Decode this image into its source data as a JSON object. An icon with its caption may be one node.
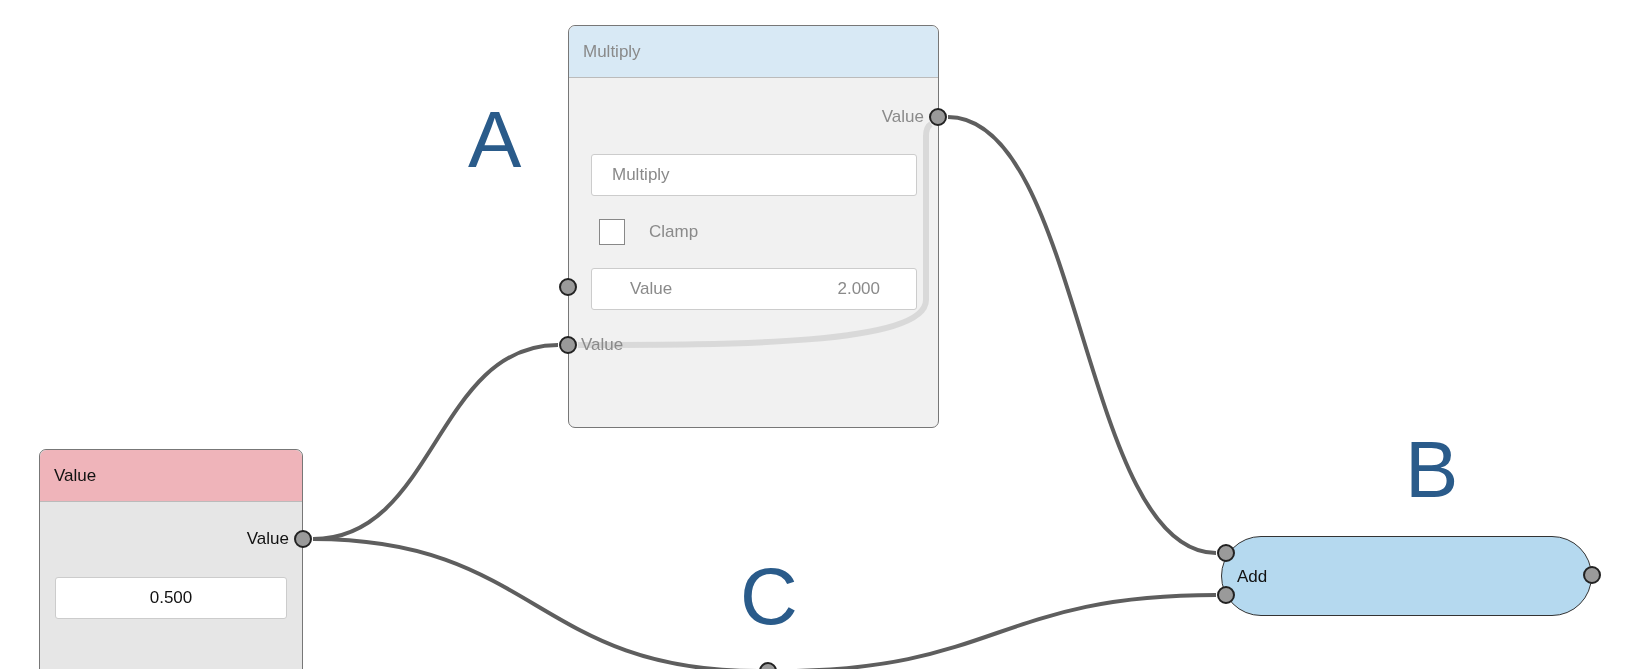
{
  "diagram": {
    "nodes": [
      {
        "text": [
          "Multiply"
        ]
      },
      {
        "text": [],
        "shape": "circle",
        "beside": [
          "Value"
        ]
      },
      {
        "text": [
          "Multiply"
        ],
        "in": 0
      },
      {
        "text": [],
        "shape": "box",
        "in": 0,
        "beside": [
          "Clamp"
        ]
      },
      {
        "text": [],
        "shape": "circle"
      },
      {
        "text": [
          "Value",
          "2.000"
        ],
        "in": 0
      },
      {
        "text": [],
        "shape": "circle",
        "beside": [
          "Value"
        ]
      },
      {
        "text": [
          "Value"
        ]
      },
      {
        "text": [],
        "shape": "circle",
        "beside": [
          "Value"
        ]
      },
      {
        "text": [
          "0.500"
        ],
        "in": 7
      },
      {
        "text": [
          "Add"
        ]
      },
      {
        "text": [],
        "shape": "circle"
      },
      {
        "text": [],
        "shape": "circle"
      },
      {
        "text": [],
        "shape": "circle"
      },
      {
        "text": [],
        "shape": "circle"
      }
    ],
    "edges": [
      {
        "from": 8,
        "to": 6,
        "arrow": "none"
      },
      {
        "from": 6,
        "to": 1,
        "arrow": "none",
        "color": "#d9d9d9"
      },
      {
        "from": 1,
        "to": 11,
        "arrow": "none"
      },
      {
        "from": 8,
        "to": 14,
        "arrow": "none"
      },
      {
        "from": 14,
        "to": 12,
        "arrow": "none"
      }
    ],
    "labels": [
      "A",
      "B",
      "C"
    ]
  }
}
